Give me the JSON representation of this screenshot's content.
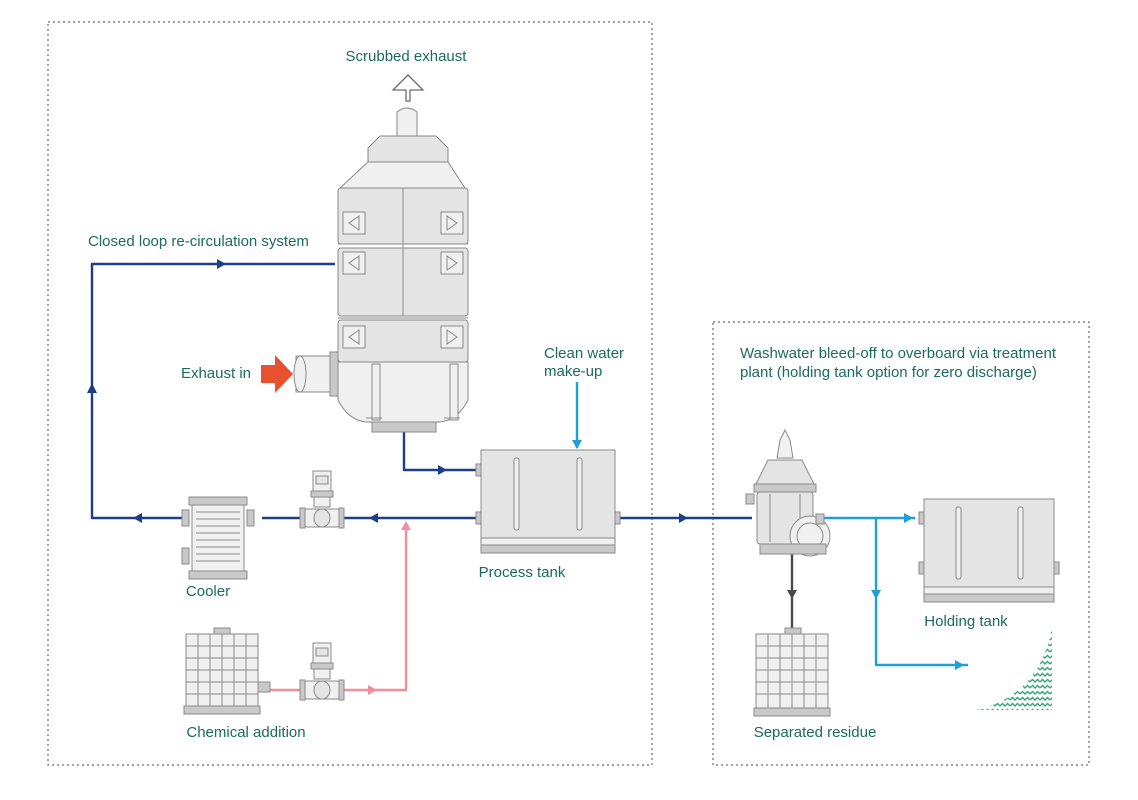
{
  "labels": {
    "scrubbed_exhaust": "Scrubbed exhaust",
    "closed_loop": "Closed loop re-circulation system",
    "exhaust_in": "Exhaust in",
    "clean_water_1": "Clean water",
    "clean_water_2": "make-up",
    "process_tank": "Process tank",
    "cooler": "Cooler",
    "chemical_addition": "Chemical addition",
    "washwater_1": "Washwater bleed-off to overboard via treatment",
    "washwater_2": "plant (holding tank option for zero discharge)",
    "holding_tank": "Holding tank",
    "separated_residue": "Separated residue"
  },
  "colors": {
    "label_text": "#1b6a60",
    "recirculation_pipe": "#1a3f86",
    "clean_water_pipe": "#1e9fd8",
    "chemical_pipe": "#ee8f9a",
    "residue_pipe": "#4a4a4a",
    "exhaust_in_arrow": "#e8502e",
    "discharge_pattern": "#35a578"
  }
}
